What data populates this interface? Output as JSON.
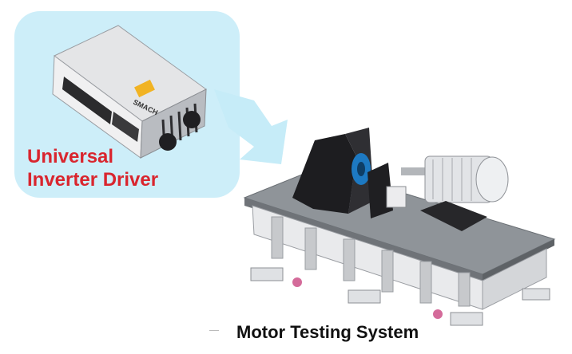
{
  "driver": {
    "label_line1": "Universal",
    "label_line2": "Inverter Driver",
    "brand": "SMACH"
  },
  "system": {
    "caption": "Motor Testing System"
  },
  "colors": {
    "bubble": "#cdeef9",
    "arrow": "#c6ecf8",
    "label": "#d9252e",
    "caption": "#111111"
  }
}
